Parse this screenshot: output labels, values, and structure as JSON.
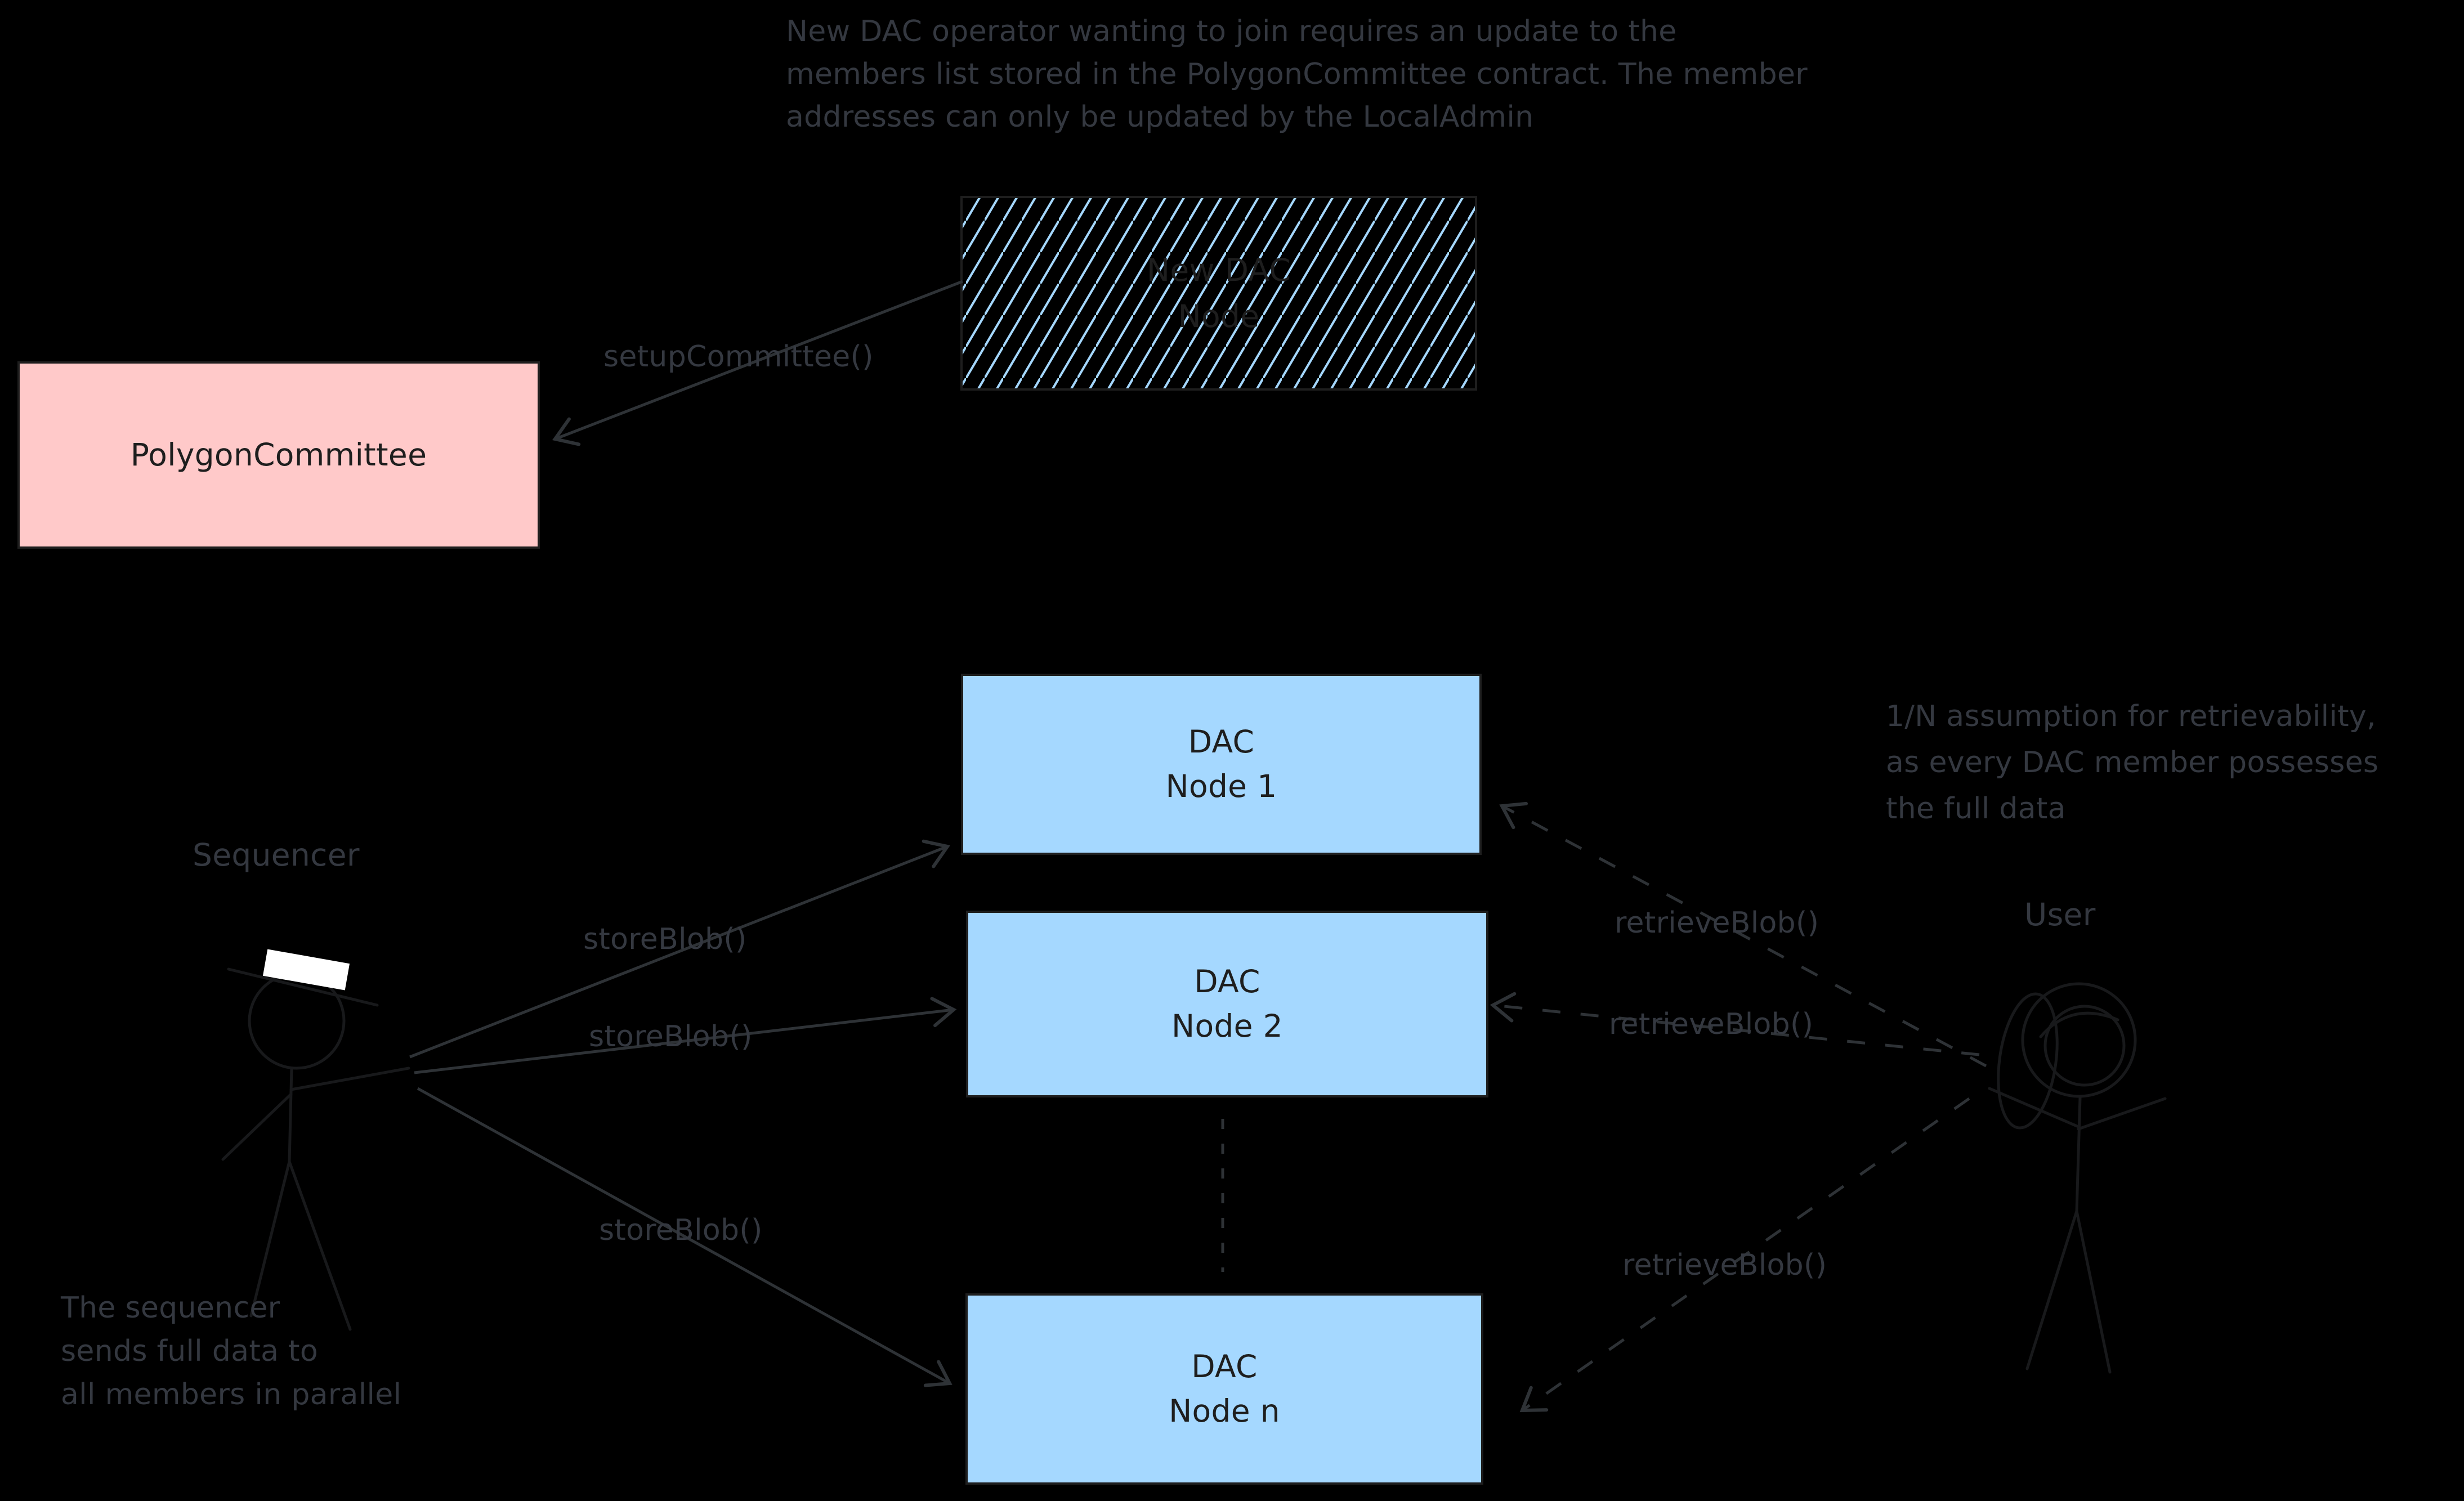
{
  "canvas": {
    "background": "#000000"
  },
  "palette": {
    "node_fill": "#a5d8ff",
    "committee_fill": "#ffc9c9",
    "hatch_line": "#a5d8ff",
    "outline_dark": "#1e1e1e",
    "text_gray": "#343840",
    "arrow_gray": "#2e3236",
    "hat_white": "#ffffff"
  },
  "notes": {
    "top": {
      "lines": [
        "New DAC operator wanting to join requires an update to the",
        "members list stored in the PolygonCommittee contract. The member",
        "addresses can only be updated by the LocalAdmin"
      ]
    },
    "retrievability": {
      "lines": [
        "1/N assumption for retrievability,",
        "as every DAC member possesses",
        "the full data"
      ]
    },
    "sequencer": {
      "lines": [
        "The sequencer",
        "sends full data to",
        "all members in parallel"
      ]
    }
  },
  "boxes": {
    "new_dac_node": {
      "line1": "New DAC",
      "line2": "Node"
    },
    "polygon_committee": {
      "label": "PolygonCommittee"
    },
    "dac_node_1": {
      "line1": "DAC",
      "line2": "Node 1"
    },
    "dac_node_2": {
      "line1": "DAC",
      "line2": "Node 2"
    },
    "dac_node_n": {
      "line1": "DAC",
      "line2": "Node n"
    }
  },
  "actors": {
    "sequencer": {
      "label": "Sequencer"
    },
    "user": {
      "label": "User"
    }
  },
  "edges": {
    "setup_committee": {
      "label": "setupCommittee()"
    },
    "store_blob_1": {
      "label": "storeBlob()"
    },
    "store_blob_2": {
      "label": "storeBlob()"
    },
    "store_blob_3": {
      "label": "storeBlob()"
    },
    "retrieve_blob_1": {
      "label": "retrieveBlob()"
    },
    "retrieve_blob_2": {
      "label": "retrieveBlob()"
    },
    "retrieve_blob_3": {
      "label": "retrieveBlob()"
    }
  }
}
